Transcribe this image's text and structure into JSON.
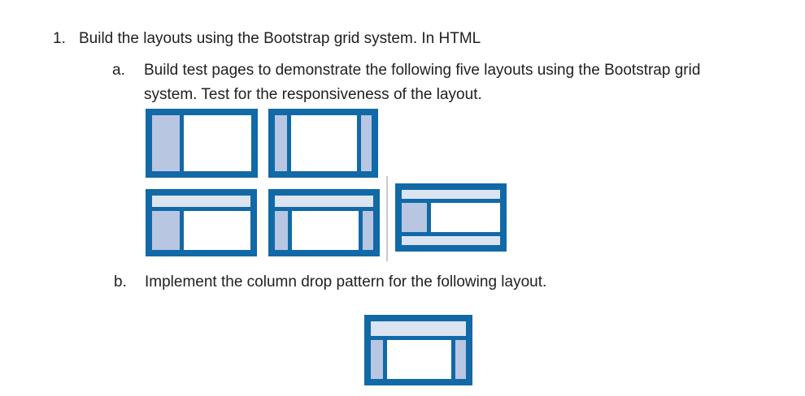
{
  "document": {
    "item_1": {
      "marker": "1.",
      "text": "Build the layouts using the Bootstrap grid system. In HTML"
    },
    "item_a": {
      "marker": "a.",
      "line1": "Build test pages to demonstrate the following five layouts using the Bootstrap grid",
      "line2": "system. Test for the responsiveness of the layout."
    },
    "item_b": {
      "marker": "b.",
      "text": "Implement the column drop pattern for the following layout."
    }
  },
  "figures": {
    "palette": {
      "frame": "#1169a7",
      "sidebar": "#b8c6e2",
      "header": "#dce4f2",
      "footer": "#dce4f2",
      "main": "#ffffff",
      "divider": "#c9c9c9"
    },
    "five_layouts": [
      {
        "label": "left-sidebar-layout",
        "rows": [
          {
            "cells": [
              {
                "role": "sidebar",
                "basis": "28%"
              },
              {
                "role": "main"
              }
            ]
          }
        ]
      },
      {
        "label": "two-sidebar-layout",
        "rows": [
          {
            "cells": [
              {
                "role": "sidebar",
                "basis": "13%"
              },
              {
                "role": "main"
              },
              {
                "role": "sidebar",
                "basis": "11%"
              }
            ]
          }
        ]
      },
      {
        "label": "header-left-sidebar-layout",
        "rows": [
          {
            "height": 14,
            "cells": [
              {
                "role": "header"
              }
            ]
          },
          {
            "cells": [
              {
                "role": "sidebar",
                "basis": "28%"
              },
              {
                "role": "main"
              }
            ]
          }
        ]
      },
      {
        "label": "header-two-sidebar-layout",
        "rows": [
          {
            "height": 14,
            "cells": [
              {
                "role": "header"
              }
            ]
          },
          {
            "cells": [
              {
                "role": "sidebar",
                "basis": "13%"
              },
              {
                "role": "main"
              },
              {
                "role": "sidebar",
                "basis": "11%"
              }
            ]
          }
        ]
      },
      {
        "label": "header-sidebar-footer-layout",
        "rows": [
          {
            "height": 11,
            "cells": [
              {
                "role": "header"
              }
            ]
          },
          {
            "cells": [
              {
                "role": "sidebar",
                "basis": "26%"
              },
              {
                "role": "main"
              }
            ]
          },
          {
            "height": 11,
            "cells": [
              {
                "role": "footer"
              }
            ]
          }
        ]
      }
    ],
    "column_drop": {
      "label": "column-drop-layout",
      "rows": [
        {
          "height": 18,
          "cells": [
            {
              "role": "header"
            }
          ]
        },
        {
          "cells": [
            {
              "role": "sidebar",
              "basis": "13%"
            },
            {
              "role": "main"
            },
            {
              "role": "sidebar",
              "basis": "11%"
            }
          ]
        }
      ]
    }
  }
}
